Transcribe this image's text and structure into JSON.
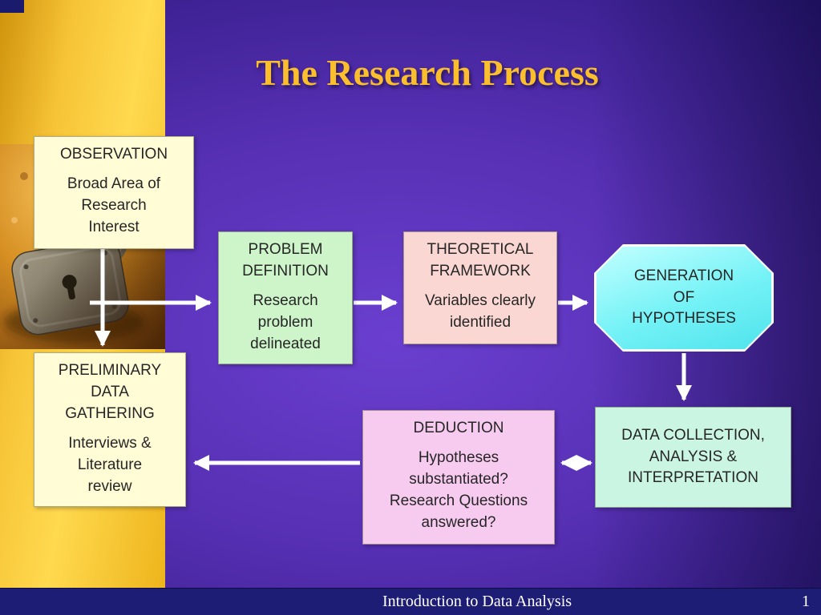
{
  "slide": {
    "title": "The Research Process",
    "footer": {
      "text": "Introduction to Data Analysis",
      "page_number": "1"
    }
  },
  "diagram": {
    "boxes": {
      "observation": {
        "heading": "OBSERVATION",
        "body": "Broad Area of\nResearch\nInterest"
      },
      "problem_definition": {
        "heading": "PROBLEM\nDEFINITION",
        "body": "Research\nproblem\ndelineated"
      },
      "theoretical_framework": {
        "heading": "THEORETICAL\nFRAMEWORK",
        "body": "Variables clearly\nidentified"
      },
      "generation_of_hypotheses": {
        "heading": "GENERATION\nOF\nHYPOTHESES"
      },
      "preliminary_data_gathering": {
        "heading": "PRELIMINARY\nDATA\nGATHERING",
        "body": "Interviews &\nLiterature\nreview"
      },
      "deduction": {
        "heading": "DEDUCTION",
        "body": "Hypotheses\nsubstantiated?\nResearch Questions\nanswered?"
      },
      "data_collection": {
        "heading": "DATA COLLECTION,\nANALYSIS &\nINTERPRETATION"
      }
    },
    "flow": [
      "observation -> preliminary_data_gathering",
      "observation -> problem_definition",
      "problem_definition -> theoretical_framework",
      "theoretical_framework -> generation_of_hypotheses",
      "generation_of_hypotheses -> data_collection",
      "data_collection <-> deduction",
      "deduction -> preliminary_data_gathering"
    ],
    "colors": {
      "title_gold": "#FBBF2D",
      "background_purple": "#4A28A8",
      "left_strip_gold": "#F2BC1B",
      "footer_navy": "#1D1D75",
      "box_cream": "#FFFCD6",
      "box_green": "#CDF5C9",
      "box_pink": "#FBD7D3",
      "box_cyan_octagon": "#66F0F5",
      "box_lavender": "#F6CBEF",
      "box_mint": "#CBF5E3",
      "arrow_white": "#FFFFFF"
    }
  }
}
